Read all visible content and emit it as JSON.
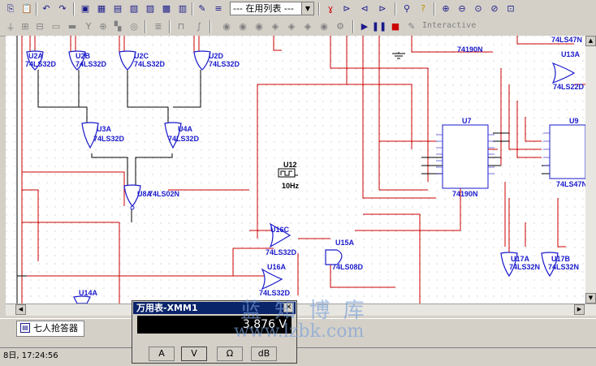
{
  "toolbar": {
    "combo_value": "--- 在用列表 ---",
    "interactive_label": "Interactive"
  },
  "schematic": {
    "labels": {
      "u2a": "U2A",
      "u2a_part": "74LS32D",
      "u2b": "U2B",
      "u2b_part": "74LS32D",
      "u2c": "U2C",
      "u2c_part": "74LS32D",
      "u2d": "U2D",
      "u2d_part": "74LS32D",
      "u3a": "U3A",
      "u3a_part": "74LS32D",
      "u4a": "U4A",
      "u4a_part": "74LS32D",
      "u8a": "U8A",
      "u8a_part": "74LS02N",
      "u12": "U12",
      "u12_freq": "10Hz",
      "u16c": "U16C",
      "u16c_part": "74LS32D",
      "u15a": "U15A",
      "u15a_part": "74LS08D",
      "u16a": "U16A",
      "u16a_part": "74LS32D",
      "u14a": "U14A",
      "u7": "U7",
      "u7_part": "74190N",
      "top_part": "74190N",
      "u9": "U9",
      "u9_part": "74LS47N",
      "u13a": "U13A",
      "u13a_part": "74LS22D",
      "top_right_part": "74LS47N",
      "u17a": "U17A",
      "u17a_part": "74LS32N",
      "u17b": "U17B",
      "u17b_part": "74LS32N"
    }
  },
  "tab": {
    "label": "七人抢答器"
  },
  "status": {
    "text": "8日, 17:24:56"
  },
  "multimeter": {
    "title": "万用表-XMM1",
    "reading": "3.876 V",
    "buttons": [
      "A",
      "V",
      "Ω",
      "dB"
    ]
  },
  "watermark": {
    "line1": "蓝 知 博 库",
    "line2": "www.lzbk.com"
  }
}
